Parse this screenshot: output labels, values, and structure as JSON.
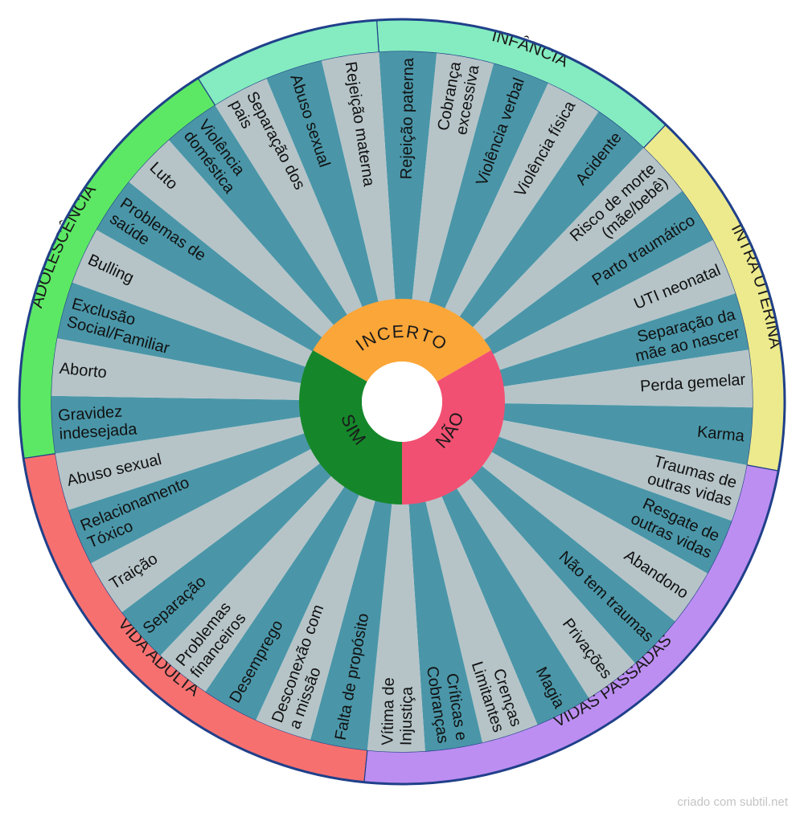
{
  "colors": {
    "outline": "#20408a",
    "segment_dark": "#4a96a8",
    "segment_light": "#b6c4c8",
    "hub_center": "#ffffff"
  },
  "groups": [
    {
      "label": "INFÂNCIA",
      "color": "#84ecc0",
      "segments": [
        [
          "Rejeição paterna"
        ],
        [
          "Cobrança",
          "excessiva"
        ],
        [
          "Violência verbal"
        ],
        [
          "Violência física"
        ],
        [
          "Acidente"
        ]
      ]
    },
    {
      "label": "INTRA UTERINA",
      "color": "#ecea8c",
      "segments": [
        [
          "Risco de morte",
          "(mãe/bebê)"
        ],
        [
          "Parto traumático"
        ],
        [
          "UTI neonatal"
        ],
        [
          "Separação da",
          "mãe ao nascer"
        ],
        [
          "Perda gemelar"
        ],
        [
          "Karma"
        ]
      ]
    },
    {
      "label": "VIDAS PASSADAS",
      "color": "#bc8ef2",
      "segments": [
        [
          "Traumas de",
          "outras vidas"
        ],
        [
          "Resgate de",
          "outras vidas"
        ],
        [
          "Abandono"
        ],
        [
          "Não tem traumas"
        ],
        [
          "Privações"
        ],
        [
          "Magia"
        ],
        [
          "Crenças",
          "Limitantes"
        ],
        [
          "Críticas e",
          "Cobranças"
        ],
        [
          "Vítima de",
          "Injustiça"
        ]
      ]
    },
    {
      "label": "VIDA ADULTA",
      "color": "#f77070",
      "segments": [
        [
          "Falta de propósito"
        ],
        [
          "Desconexão com",
          "a missão"
        ],
        [
          "Desemprego"
        ],
        [
          "Problemas",
          "financeiros"
        ],
        [
          "Separação"
        ],
        [
          "Traição"
        ],
        [
          "Relacionamento",
          "Tóxico"
        ],
        [
          "Abuso sexual"
        ]
      ]
    },
    {
      "label": "ADOLESCÊNCIA",
      "color": "#5ce864",
      "segments": [
        [
          "Gravidez",
          "indesejada"
        ],
        [
          "Aborto"
        ],
        [
          "Exclusão",
          "Social/Familiar"
        ],
        [
          "Bulling"
        ],
        [
          "Problemas de",
          "saúde"
        ],
        [
          "Luto"
        ],
        [
          "Violência",
          "doméstica"
        ]
      ]
    },
    {
      "label": "",
      "color": "#84ecc0",
      "segments": [
        [
          "Separação dos",
          "pais"
        ],
        [
          "Abuso sexual"
        ],
        [
          "Rejeição materna"
        ]
      ]
    }
  ],
  "hub": [
    {
      "label": "INCERTO",
      "color": "#fba638"
    },
    {
      "label": "NÃO",
      "color": "#f25072"
    },
    {
      "label": "SIM",
      "color": "#15872a"
    }
  ],
  "credit": "criado com subtil.net"
}
